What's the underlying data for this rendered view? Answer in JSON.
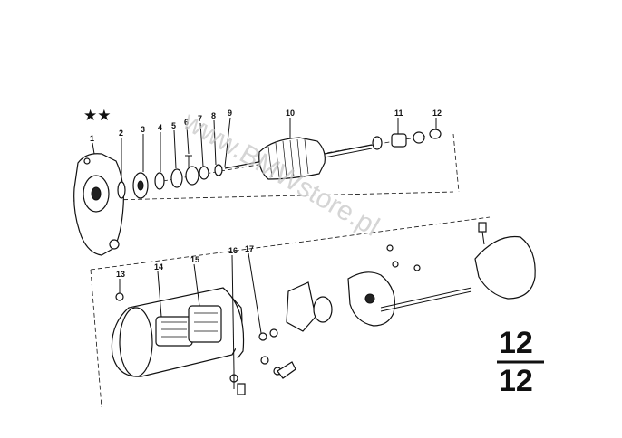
{
  "stars": "★★",
  "watermark": "www.BMWstore.pl",
  "page_numerator": "12",
  "page_denominator": "12",
  "callouts": [
    "1",
    "2",
    "3",
    "4",
    "5",
    "6",
    "7",
    "8",
    "9",
    "10",
    "11",
    "12",
    "13",
    "14",
    "15",
    "16",
    "17"
  ]
}
